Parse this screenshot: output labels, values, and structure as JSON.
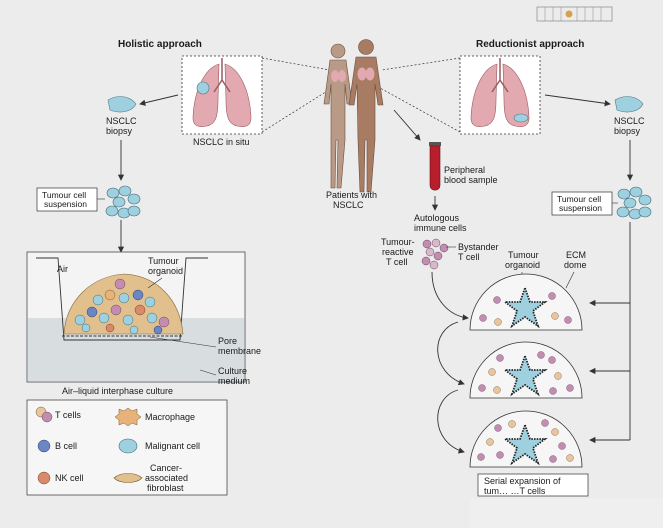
{
  "titles": {
    "holistic": "Holistic approach",
    "reductionist": "Reductionist approach"
  },
  "labels": {
    "nsclc_in_situ": "NSCLC in situ",
    "patients_line1": "Patients with",
    "patients_line2": "NSCLC",
    "nsclc_biopsy_left_1": "NSCLC",
    "nsclc_biopsy_left_2": "biopsy",
    "nsclc_biopsy_right_1": "NSCLC",
    "nsclc_biopsy_right_2": "biopsy",
    "tumour_susp_left_1": "Tumour cell",
    "tumour_susp_left_2": "suspension",
    "tumour_susp_right_1": "Tumour cell",
    "tumour_susp_right_2": "suspension",
    "peripheral_1": "Peripheral",
    "peripheral_2": "blood sample",
    "autologous_1": "Autologous",
    "autologous_2": "immune cells",
    "tumour_reactive_1": "Tumour-",
    "tumour_reactive_2": "reactive",
    "tumour_reactive_3": "T cell",
    "bystander_1": "Bystander",
    "bystander_2": "T cell",
    "air": "Air",
    "tumour_organoid_left_1": "Tumour",
    "tumour_organoid_left_2": "organoid",
    "tumour_organoid_right_1": "Tumour",
    "tumour_organoid_right_2": "organoid",
    "ecm_1": "ECM",
    "ecm_2": "dome",
    "pore_1": "Pore",
    "pore_2": "membrane",
    "culture_1": "Culture",
    "culture_2": "medium",
    "ali_culture": "Air–liquid interphase culture",
    "serial_1": "Serial expansion of",
    "serial_2": "tum…  …T cells"
  },
  "legend": {
    "t_cells": "T cells",
    "macrophage": "Macrophage",
    "b_cell": "B cell",
    "malignant_cell": "Malignant cell",
    "nk_cell": "NK cell",
    "caf_1": "Cancer-",
    "caf_2": "associated",
    "caf_3": "fibroblast"
  },
  "colors": {
    "background": "#ececec",
    "lung": "#e3a9b0",
    "tumour_cell": "#9fd0df",
    "body": "#c79f86",
    "t_cell": "#c28db0",
    "b_cell": "#6a86c4",
    "nk_cell": "#d98a6b",
    "macrophage": "#e8b37a",
    "fibroblast": "#e2c08e",
    "blood": "#b81e2c"
  }
}
